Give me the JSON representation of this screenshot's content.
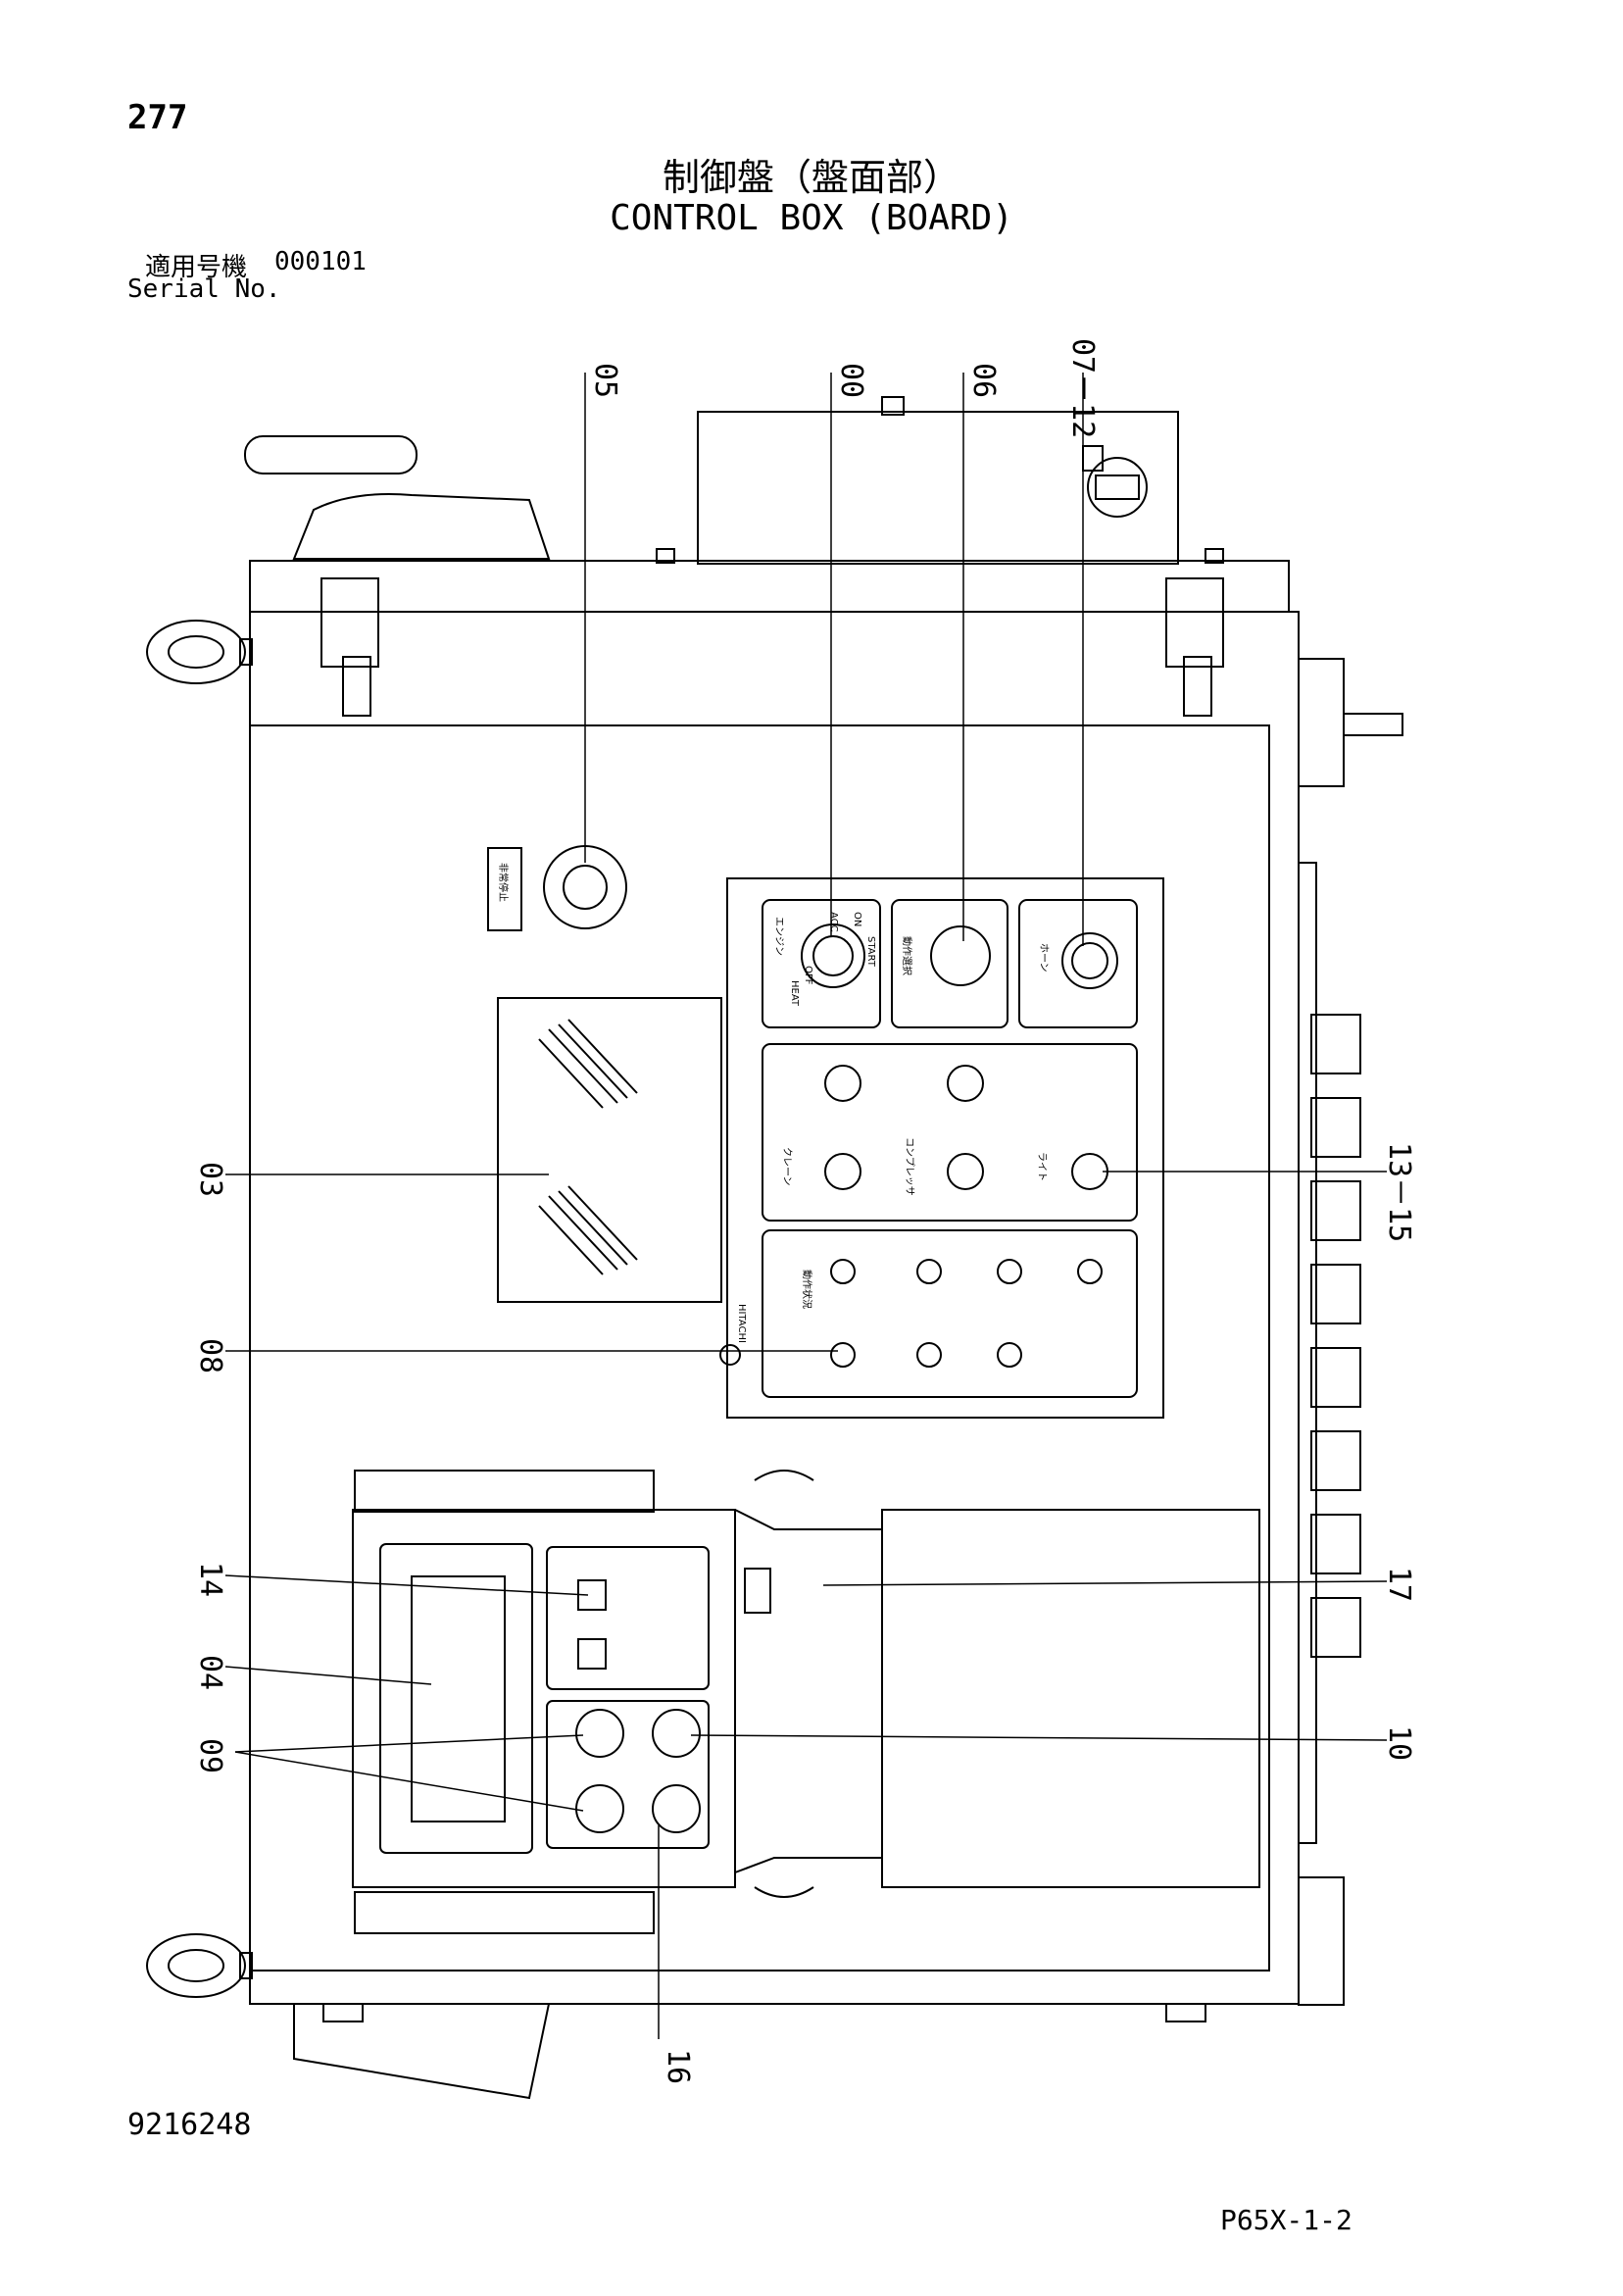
{
  "header": {
    "page_number": "277",
    "title_jp": "制御盤（盤面部）",
    "title_en": "CONTROL BOX (BOARD)",
    "serial_label_jp": "適用号機",
    "serial_value": "000101",
    "serial_label_en": "Serial No."
  },
  "footer": {
    "doc_number": "9216248",
    "sheet_code": "P65X-1-2"
  },
  "callouts": {
    "c05": "05",
    "c00": "00",
    "c06": "06",
    "c07_12": "07－12",
    "c03": "03",
    "c08": "08",
    "c14": "14",
    "c04": "04",
    "c09": "09",
    "c13_15": "13－15",
    "c17": "17",
    "c10": "10",
    "c16": "16"
  },
  "panel_labels": {
    "emergency_stop": "非常停止",
    "engine": "エンジン",
    "heat": "HEAT",
    "off": "OFF",
    "acc": "ACC",
    "on": "ON",
    "start": "START",
    "operation_select": "動作選択",
    "horn": "ホーン",
    "crane": "クレーン",
    "compressor": "コンプレッサ",
    "light": "ライト",
    "operation_status": "動作状況",
    "brand": "HITACHI"
  },
  "colors": {
    "line": "#000000",
    "background": "#ffffff"
  }
}
